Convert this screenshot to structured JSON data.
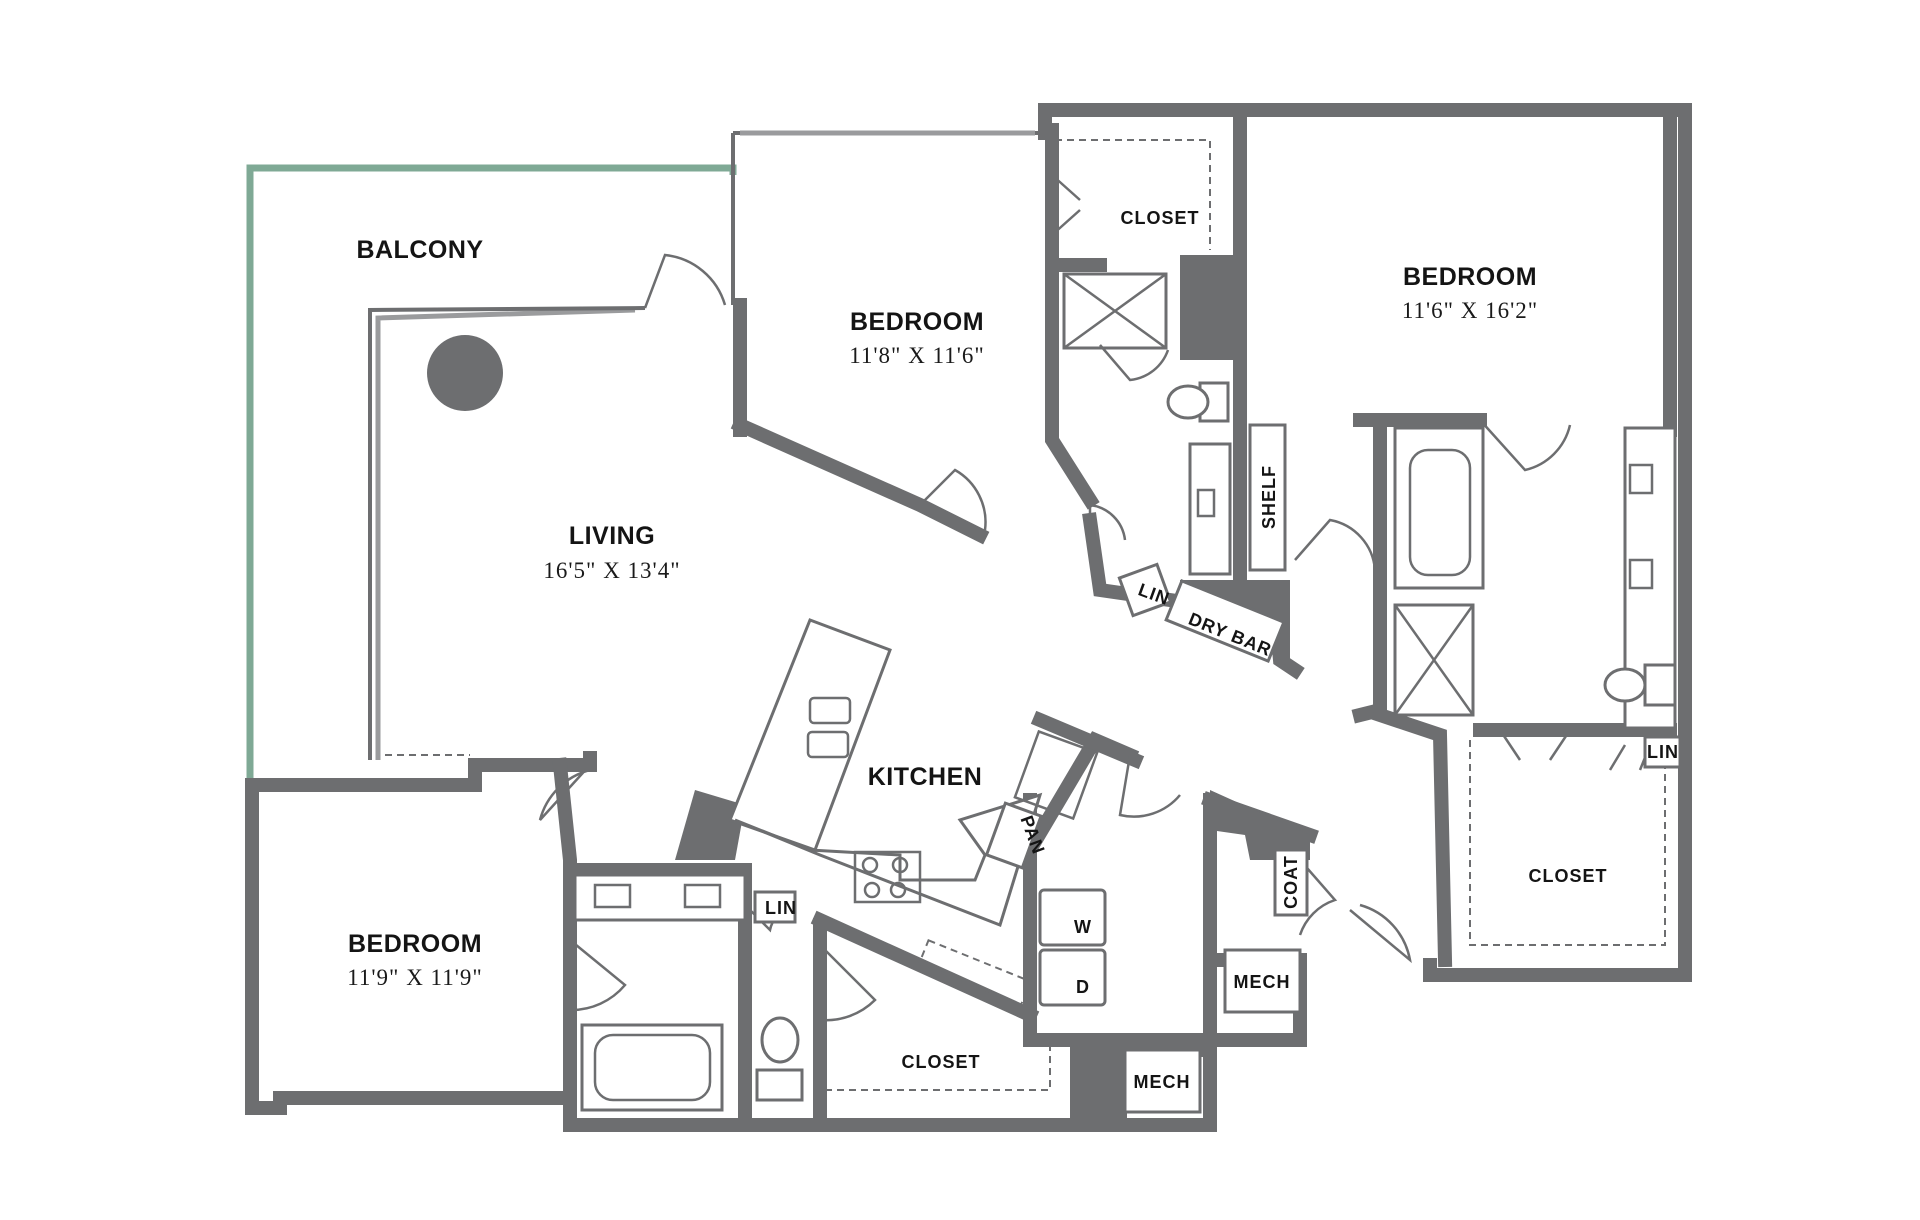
{
  "rooms": {
    "balcony": {
      "name": "BALCONY"
    },
    "living": {
      "name": "LIVING",
      "dims": "16'5\" X 13'4\""
    },
    "bedroom_1": {
      "name": "BEDROOM",
      "dims": "11'8\" X 11'6\""
    },
    "bedroom_2": {
      "name": "BEDROOM",
      "dims": "11'6\" X 16'2\""
    },
    "bedroom_3": {
      "name": "BEDROOM",
      "dims": "11'9\" X 11'9\""
    },
    "kitchen": {
      "name": "KITCHEN"
    }
  },
  "labels": {
    "closet_top": "CLOSET",
    "closet_right": "CLOSET",
    "closet_bottom": "CLOSET",
    "shelf": "SHELF",
    "lin_top": "LIN",
    "lin_right": "LIN",
    "lin_bottom": "LIN",
    "dry_bar": "DRY BAR",
    "pan": "PAN",
    "coat": "COAT",
    "mech_1": "MECH",
    "mech_2": "MECH",
    "washer": "W",
    "dryer": "D"
  },
  "colors": {
    "wall": "#6d6e70",
    "balcony_railing": "#7fa995",
    "background": "#ffffff"
  }
}
